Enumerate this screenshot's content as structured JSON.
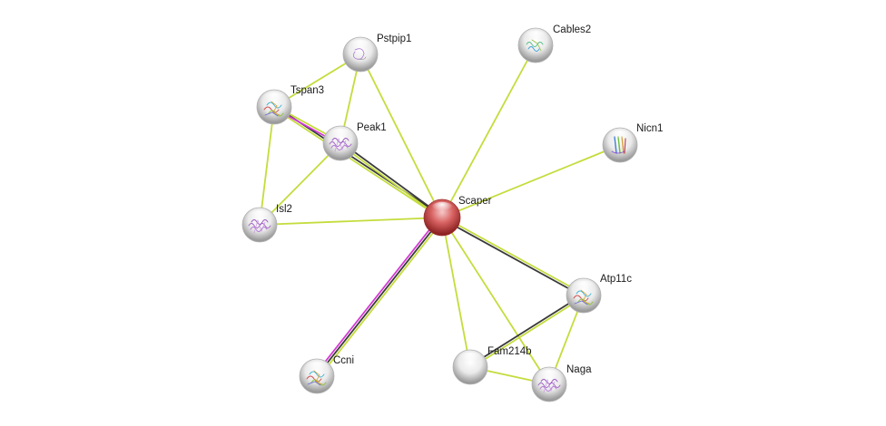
{
  "network": {
    "query_node": "Scaper",
    "nodes": [
      {
        "id": "Scaper",
        "label": "Scaper",
        "query": true,
        "structure": "none"
      },
      {
        "id": "Pstpip1",
        "label": "Pstpip1",
        "query": false,
        "structure": "coil"
      },
      {
        "id": "Cables2",
        "label": "Cables2",
        "query": false,
        "structure": "helix"
      },
      {
        "id": "Tspan3",
        "label": "Tspan3",
        "query": false,
        "structure": "multi"
      },
      {
        "id": "Peak1",
        "label": "Peak1",
        "query": false,
        "structure": "purple"
      },
      {
        "id": "Nicn1",
        "label": "Nicn1",
        "query": false,
        "structure": "strands"
      },
      {
        "id": "Isl2",
        "label": "Isl2",
        "query": false,
        "structure": "purple"
      },
      {
        "id": "Atp11c",
        "label": "Atp11c",
        "query": false,
        "structure": "multi"
      },
      {
        "id": "Fam214b",
        "label": "Fam214b",
        "query": false,
        "structure": "none"
      },
      {
        "id": "Naga",
        "label": "Naga",
        "query": false,
        "structure": "purple"
      },
      {
        "id": "Ccni",
        "label": "Ccni",
        "query": false,
        "structure": "multi"
      }
    ],
    "edges": [
      {
        "source": "Scaper",
        "target": "Pstpip1",
        "evidence": [
          "textmining"
        ]
      },
      {
        "source": "Scaper",
        "target": "Cables2",
        "evidence": [
          "textmining"
        ]
      },
      {
        "source": "Scaper",
        "target": "Nicn1",
        "evidence": [
          "textmining"
        ]
      },
      {
        "source": "Scaper",
        "target": "Tspan3",
        "evidence": [
          "textmining",
          "coexpression"
        ]
      },
      {
        "source": "Scaper",
        "target": "Peak1",
        "evidence": [
          "textmining",
          "coexpression"
        ]
      },
      {
        "source": "Scaper",
        "target": "Isl2",
        "evidence": [
          "textmining"
        ]
      },
      {
        "source": "Scaper",
        "target": "Ccni",
        "evidence": [
          "textmining",
          "coexpression",
          "experiments"
        ]
      },
      {
        "source": "Scaper",
        "target": "Atp11c",
        "evidence": [
          "textmining",
          "coexpression"
        ]
      },
      {
        "source": "Scaper",
        "target": "Fam214b",
        "evidence": [
          "textmining"
        ]
      },
      {
        "source": "Scaper",
        "target": "Naga",
        "evidence": [
          "textmining"
        ]
      },
      {
        "source": "Tspan3",
        "target": "Peak1",
        "evidence": [
          "textmining",
          "experiments"
        ]
      },
      {
        "source": "Tspan3",
        "target": "Isl2",
        "evidence": [
          "textmining"
        ]
      },
      {
        "source": "Pstpip1",
        "target": "Peak1",
        "evidence": [
          "textmining"
        ]
      },
      {
        "source": "Pstpip1",
        "target": "Tspan3",
        "evidence": [
          "textmining"
        ]
      },
      {
        "source": "Peak1",
        "target": "Isl2",
        "evidence": [
          "textmining"
        ]
      },
      {
        "source": "Atp11c",
        "target": "Fam214b",
        "evidence": [
          "textmining",
          "coexpression"
        ]
      },
      {
        "source": "Atp11c",
        "target": "Naga",
        "evidence": [
          "textmining"
        ]
      },
      {
        "source": "Fam214b",
        "target": "Naga",
        "evidence": [
          "textmining"
        ]
      }
    ]
  },
  "colors": {
    "textmining": "#c5dc3c",
    "coexpression": "#3a3a3a",
    "experiments": "#d23bd2",
    "curated": "#e03030",
    "query_node": "#c84a4a",
    "node": "#e0e0e0"
  }
}
